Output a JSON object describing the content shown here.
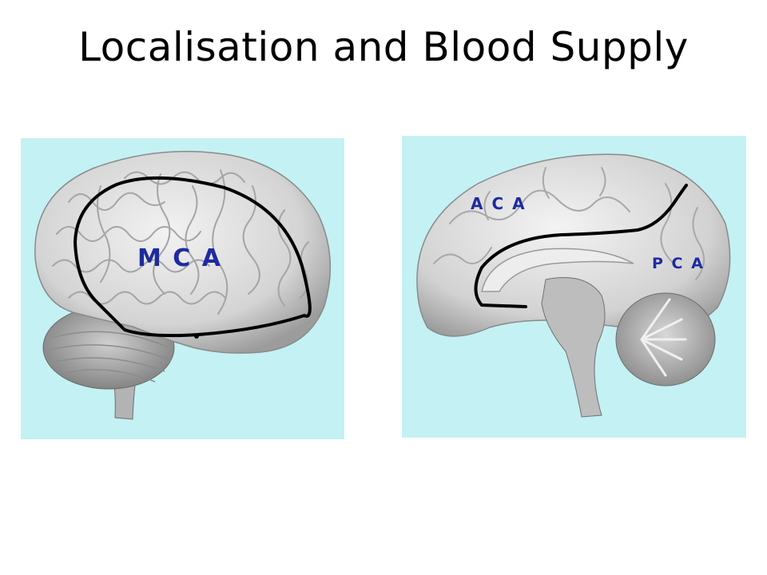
{
  "slide": {
    "title": "Localisation and Blood Supply"
  },
  "figures": {
    "lateral": {
      "image": "lateral-brain-view",
      "background_color": "#c4f1f4",
      "territory_label": "M C A"
    },
    "medial": {
      "image": "medial-sagittal-brain-view",
      "background_color": "#c4f1f4",
      "upper_label": "A C A",
      "lower_label": "P C A"
    }
  },
  "colors": {
    "label": "#1e2ba0",
    "outline": "#000000",
    "brain": "#d9d9d9"
  }
}
